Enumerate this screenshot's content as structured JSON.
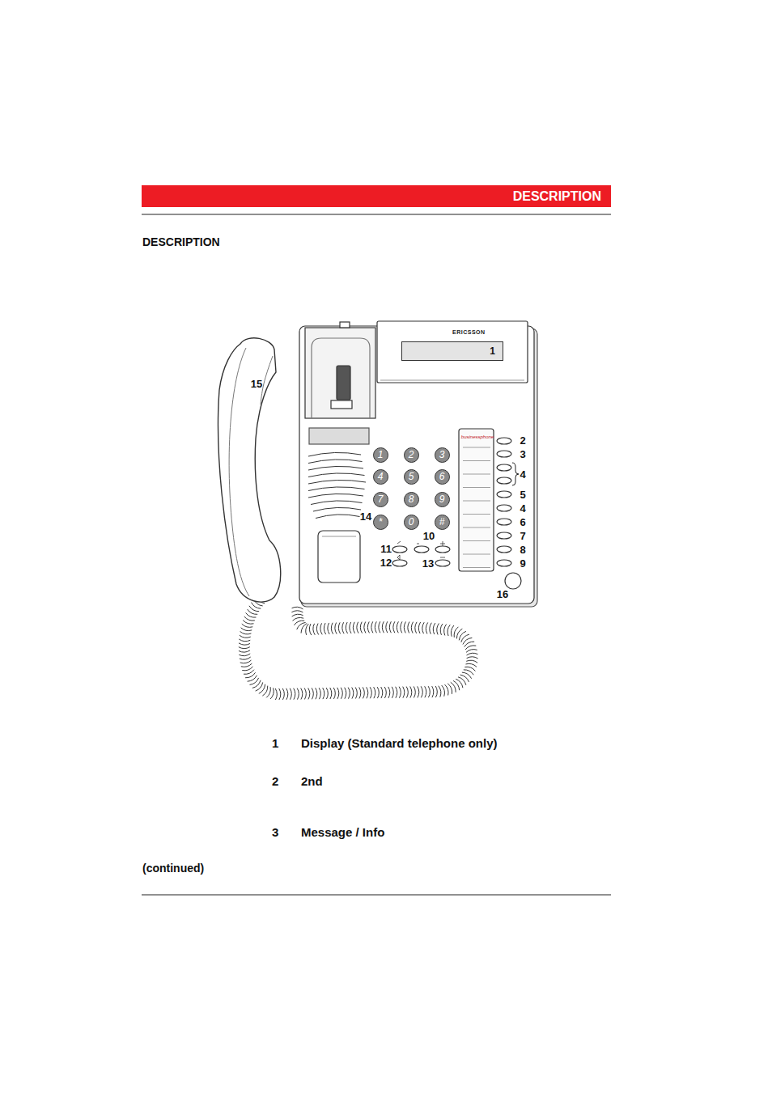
{
  "diagram": {
    "title": "DESCRIPTION",
    "nodes": [
      {
        "text": [
          "DESCRIPTION"
        ]
      },
      {
        "text": [
          "1"
        ]
      },
      {
        "text": [
          "1"
        ]
      },
      {
        "text": [
          "2"
        ]
      },
      {
        "text": [
          "3"
        ]
      },
      {
        "text": [
          "4"
        ]
      },
      {
        "text": [
          "5"
        ]
      },
      {
        "text": [
          "6"
        ]
      },
      {
        "text": [
          "7"
        ]
      },
      {
        "text": [
          "8"
        ]
      },
      {
        "text": [
          "9"
        ]
      },
      {
        "text": [
          "*"
        ]
      },
      {
        "text": [
          "0"
        ]
      },
      {
        "text": [
          "#"
        ]
      }
    ],
    "labels": [
      "ERICSSON",
      "businessphone",
      "15",
      "14",
      "2",
      "3",
      "4",
      "5",
      "4",
      "6",
      "7",
      "8",
      "9",
      "10",
      "11",
      "12",
      "13",
      "16",
      "1",
      "Display (Standard telephone only)",
      "2",
      "2nd",
      "3",
      "Message / Info",
      "(continued)"
    ]
  }
}
